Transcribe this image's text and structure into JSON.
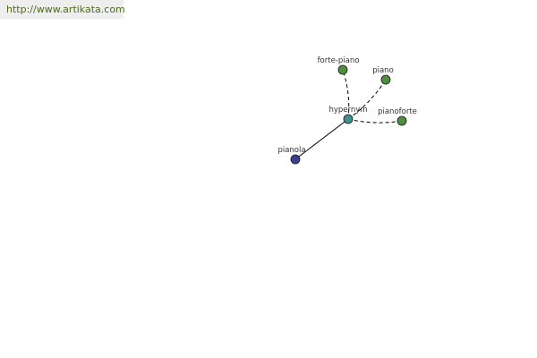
{
  "source": {
    "link_text": "http://www.artikata.com"
  },
  "colors": {
    "center_node": "#3f8f8f",
    "related_node": "#4f8f3f",
    "hyponym_node": "#3b3f8f",
    "edge": "#000000",
    "link_text": "#4f6b1c"
  },
  "graph": {
    "center": {
      "id": "hypernym",
      "label": "hypernym",
      "kind": "center"
    },
    "nodes": [
      {
        "id": "forte-piano",
        "label": "forte-piano",
        "kind": "related"
      },
      {
        "id": "piano",
        "label": "piano",
        "kind": "related"
      },
      {
        "id": "pianoforte",
        "label": "pianoforte",
        "kind": "related"
      },
      {
        "id": "pianola",
        "label": "pianola",
        "kind": "hyponym"
      }
    ],
    "edges": [
      {
        "from": "hypernym",
        "to": "forte-piano",
        "style": "dashed"
      },
      {
        "from": "hypernym",
        "to": "piano",
        "style": "dashed"
      },
      {
        "from": "hypernym",
        "to": "pianoforte",
        "style": "dashed"
      },
      {
        "from": "hypernym",
        "to": "pianola",
        "style": "solid"
      }
    ]
  }
}
